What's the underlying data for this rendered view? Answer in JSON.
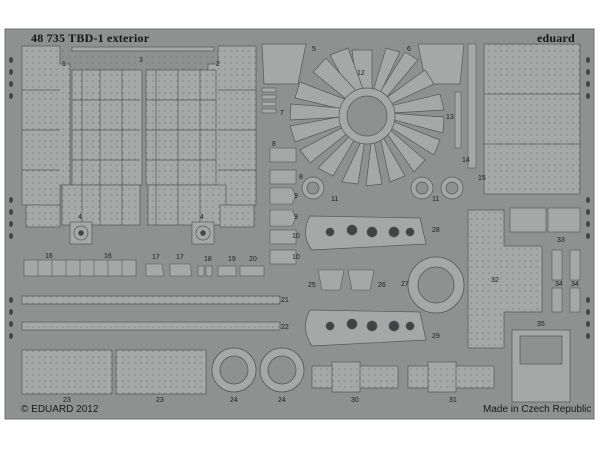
{
  "fret": {
    "title": "48 735 TBD-1 exterior",
    "brand": "eduard",
    "copyright": "© EDUARD 2012",
    "origin": "Made in Czech Republic",
    "colors": {
      "background": "#ffffff",
      "fret": "#8f9191",
      "part": "#a6a8a8",
      "edge": "#555858",
      "hole": "#3f4343"
    }
  },
  "parts": {
    "n1": "1",
    "n2": "2",
    "n3": "3",
    "n4a": "4",
    "n4b": "4",
    "n5": "5",
    "n6": "6",
    "n7": "7",
    "n8a": "8",
    "n8b": "8",
    "n9a": "9",
    "n9b": "9",
    "n10a": "10",
    "n10b": "10",
    "n11a": "11",
    "n11b": "11",
    "n12": "12",
    "n13": "13",
    "n14": "14",
    "n15": "15",
    "n16a": "16",
    "n16b": "16",
    "n17a": "17",
    "n17b": "17",
    "n18": "18",
    "n19": "19",
    "n20": "20",
    "n21": "21",
    "n22": "22",
    "n23a": "23",
    "n23b": "23",
    "n24a": "24",
    "n24b": "24",
    "n25": "25",
    "n26": "26",
    "n27": "27",
    "n28": "28",
    "n29": "29",
    "n30": "30",
    "n31": "31",
    "n32": "32",
    "n33": "33",
    "n34a": "34",
    "n34b": "34",
    "n35": "35"
  }
}
